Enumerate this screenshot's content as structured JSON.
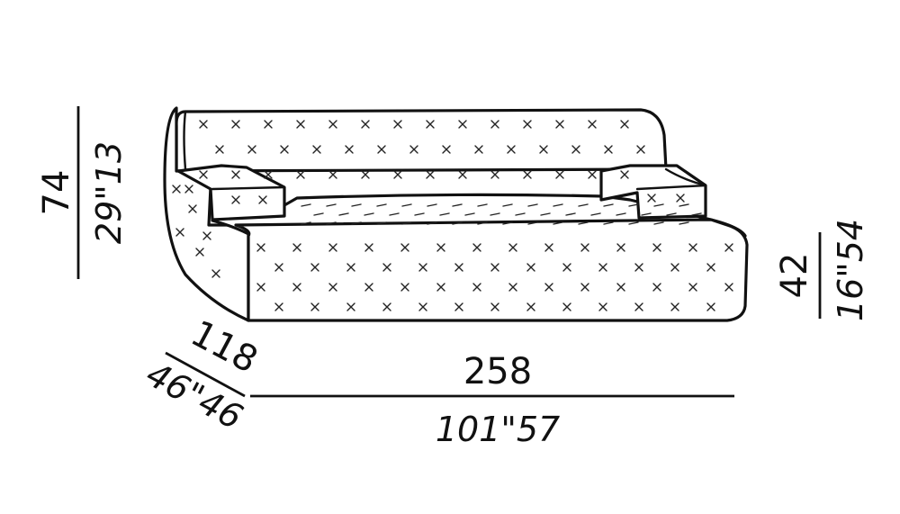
{
  "diagram": {
    "product": "sofa",
    "view": "3/4 front perspective line drawing",
    "line_color": "#111111",
    "background": "#ffffff",
    "pattern": "x-cross stitch fabric",
    "dimensions": {
      "height": {
        "cm": "74",
        "inches": "29\"13"
      },
      "depth": {
        "cm": "118",
        "inches": "46\"46"
      },
      "width": {
        "cm": "258",
        "inches": "101\"57"
      },
      "seat_height": {
        "cm": "42",
        "inches": "16\"54"
      }
    }
  }
}
